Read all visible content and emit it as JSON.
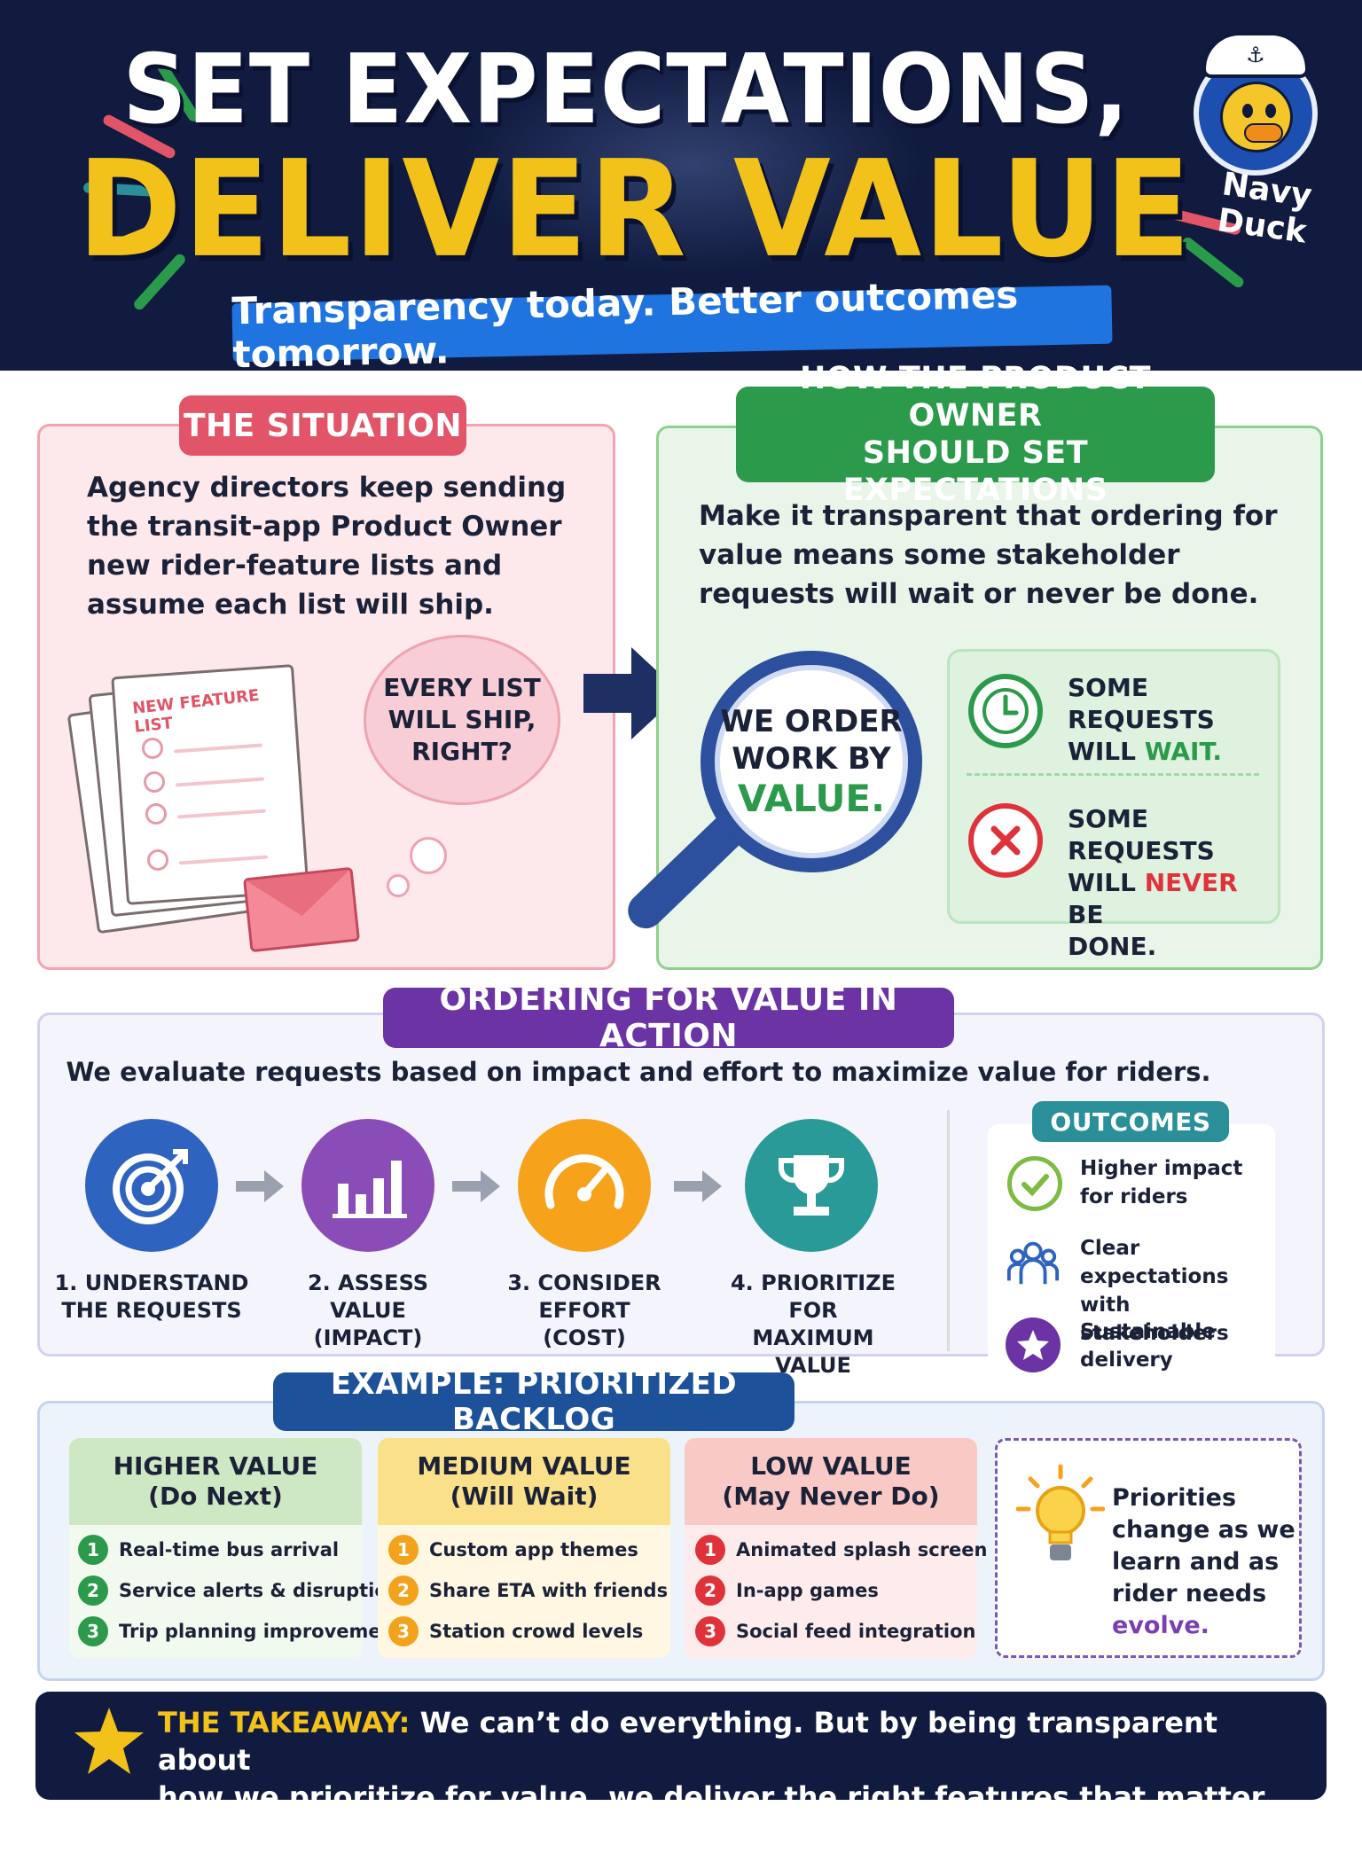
{
  "header": {
    "title_line1": "SET EXPECTATIONS,",
    "title_line2": "DELIVER VALUE",
    "subtitle": "Transparency today. Better outcomes tomorrow.",
    "logo_text": "Navy Duck"
  },
  "situation": {
    "tag": "THE SITUATION",
    "body": "Agency directors keep sending the transit-app Product Owner new rider-feature lists and assume each list will ship.",
    "paper_title": "NEW FEATURE LIST",
    "thought_line1": "EVERY LIST",
    "thought_line2": "WILL SHIP,",
    "thought_line3": "RIGHT?"
  },
  "product_owner": {
    "tag_line1": "HOW THE PRODUCT OWNER",
    "tag_line2": "SHOULD SET EXPECTATIONS",
    "body": "Make it transparent that ordering for value means some stakeholder requests will wait or never be done.",
    "lens_line1": "WE ORDER",
    "lens_line2": "WORK BY",
    "lens_value": "VALUE.",
    "wait_a": "SOME REQUESTS",
    "wait_b": "WILL",
    "wait_accent": "WAIT.",
    "never_a": "SOME REQUESTS",
    "never_b": "WILL",
    "never_accent": "NEVER",
    "never_c": "BE",
    "never_d": "DONE."
  },
  "ordering": {
    "tag": "ORDERING FOR VALUE IN ACTION",
    "subtitle": "We evaluate requests based on impact and effort to maximize value for riders.",
    "steps": [
      {
        "line1": "1. UNDERSTAND",
        "line2": "THE REQUESTS",
        "icon": "target-icon",
        "color": "#2f63c0"
      },
      {
        "line1": "2. ASSESS VALUE",
        "line2": "(IMPACT)",
        "icon": "bar-chart-icon",
        "color": "#8a4cb6"
      },
      {
        "line1": "3. CONSIDER EFFORT",
        "line2": "(COST)",
        "icon": "gauge-icon",
        "color": "#f7a21b"
      },
      {
        "line1": "4. PRIORITIZE FOR",
        "line2": "MAXIMUM VALUE",
        "icon": "trophy-icon",
        "color": "#2a9a99"
      }
    ],
    "outcomes_tag": "OUTCOMES",
    "outcomes": [
      {
        "line1": "Higher impact",
        "line2": "for riders",
        "icon": "check-circle-icon"
      },
      {
        "line1": "Clear expectations",
        "line2": "with stakeholders",
        "icon": "people-icon"
      },
      {
        "line1": "Sustainable",
        "line2": "delivery",
        "icon": "star-circle-icon"
      }
    ]
  },
  "backlog": {
    "tag": "EXAMPLE: PRIORITIZED BACKLOG",
    "columns": [
      {
        "title_line1": "HIGHER VALUE",
        "title_line2": "(Do Next)",
        "head_color": "#cfe8c4",
        "num_color": "#2b9a4b",
        "items": [
          "Real-time bus arrival",
          "Service alerts & disruptions",
          "Trip planning improvements"
        ]
      },
      {
        "title_line1": "MEDIUM VALUE",
        "title_line2": "(Will Wait)",
        "head_color": "#fbe08a",
        "num_color": "#f3a21c",
        "items": [
          "Custom app themes",
          "Share ETA with friends",
          "Station crowd levels"
        ]
      },
      {
        "title_line1": "LOW VALUE",
        "title_line2": "(May Never Do)",
        "head_color": "#f9c9c6",
        "num_color": "#e0323a",
        "items": [
          "Animated splash screen",
          "In-app games",
          "Social feed integration"
        ]
      }
    ],
    "numbers": [
      "1",
      "2",
      "3"
    ],
    "note_main": "Priorities change as we learn and as rider needs",
    "note_accent": "evolve."
  },
  "takeaway": {
    "head": "THE TAKEAWAY:",
    "text_line1": "We can’t do everything. But by being transparent about",
    "text_line2": "how we prioritize for value, we deliver the right features that matter most."
  }
}
